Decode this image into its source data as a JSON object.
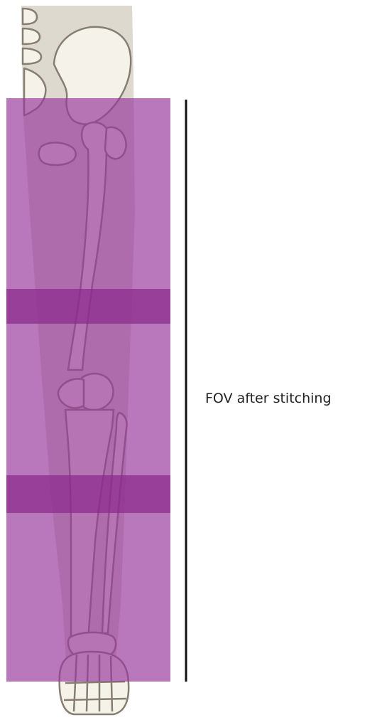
{
  "annotation": {
    "label": "FOV after stitching"
  },
  "colors": {
    "body": "#ddd9cf",
    "bone_fill": "#f5f2ea",
    "bone_stroke": "#877e72",
    "field_of_view": "#98389b",
    "overlap_band": "#8a2a8e",
    "extent_line": "#111111"
  },
  "exposures": {
    "count": 3,
    "overlap_count": 2
  }
}
